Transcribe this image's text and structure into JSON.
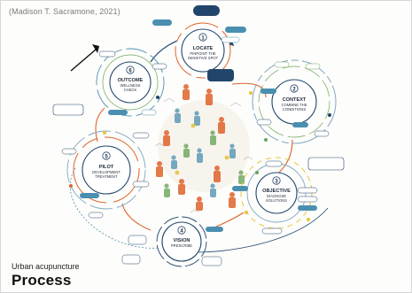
{
  "citation": "(Madison T. Sacramone, 2021)",
  "footer": {
    "subtitle": "Urban acupuncture",
    "title": "Process"
  },
  "colors": {
    "navy": "#22466b",
    "teal": "#4a8fb0",
    "orange": "#e0632b",
    "green": "#6aa55a",
    "yellow": "#e7c53a",
    "ring": "#7fa7c4"
  },
  "hubs": {
    "locate": {
      "num": "1",
      "title": "LOCATE",
      "sub1": "PINPOINT THE",
      "sub2": "SENSITIVE SPOT"
    },
    "context": {
      "num": "2",
      "title": "CONTEXT",
      "sub1": "COMBINE THE",
      "sub2": "CONDITIONS"
    },
    "objective": {
      "num": "3",
      "title": "OBJECTIVE",
      "sub1": "DIAGNOSE",
      "sub2": "SOLUTIONS"
    },
    "vision": {
      "num": "4",
      "title": "VISION",
      "sub1": "PRESCRIBE",
      "sub2": ""
    },
    "pilot": {
      "num": "5",
      "title": "PILOT",
      "sub1": "DEVELOPMENT",
      "sub2": "TREATMENT"
    },
    "outcome": {
      "num": "6",
      "title": "OUTCOME",
      "sub1": "WELLNESS",
      "sub2": "CHECK"
    }
  }
}
